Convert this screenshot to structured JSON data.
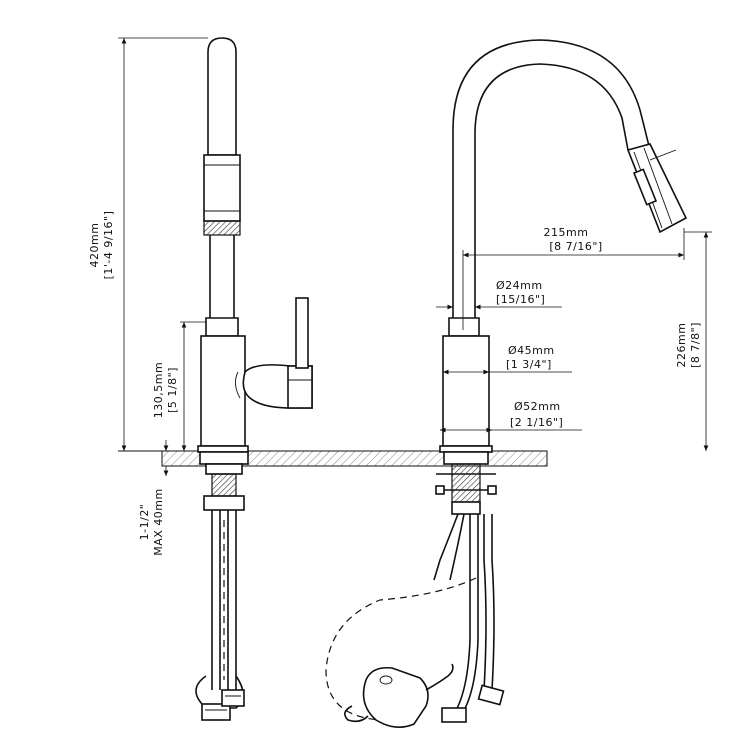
{
  "dimensions": {
    "height_total": {
      "metric": "420mm",
      "imperial": "[1'-4 9/16\"]"
    },
    "spout_height": {
      "metric": "226mm",
      "imperial": "[8 7/8\"]"
    },
    "spout_reach": {
      "metric": "215mm",
      "imperial": "[8 7/16\"]"
    },
    "neck_diameter": {
      "metric": "Ø24mm",
      "imperial": "[15/16\"]"
    },
    "body_diameter": {
      "metric": "Ø45mm",
      "imperial": "[1 3/4\"]"
    },
    "base_diameter": {
      "metric": "Ø52mm",
      "imperial": "[2 1/16\"]"
    },
    "handle_height": {
      "metric": "130,5mm",
      "imperial": "[5 1/8\"]"
    },
    "deck_thickness": {
      "imperial": "1-1/2\"",
      "metric": "MAX 40mm"
    }
  },
  "colors": {
    "line": "#111111",
    "background": "#ffffff",
    "hatch": "#777777"
  }
}
